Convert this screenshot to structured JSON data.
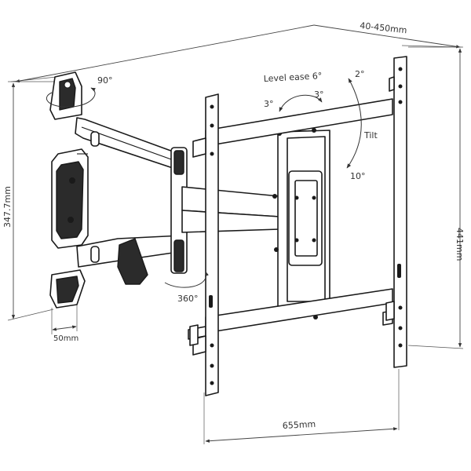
{
  "labels": {
    "overall_depth": "40-450mm",
    "wall_plate_height": "347.7mm",
    "vesa_height": "441mm",
    "vesa_width": "655mm",
    "wall_plate_width": "50mm",
    "swivel_top": "90°",
    "swivel_bottom": "360°",
    "level_ease": "Level ease 6°",
    "level_left": "3°",
    "level_right": "3°",
    "tilt": "Tilt",
    "tilt_up": "2°",
    "tilt_down": "10°"
  }
}
